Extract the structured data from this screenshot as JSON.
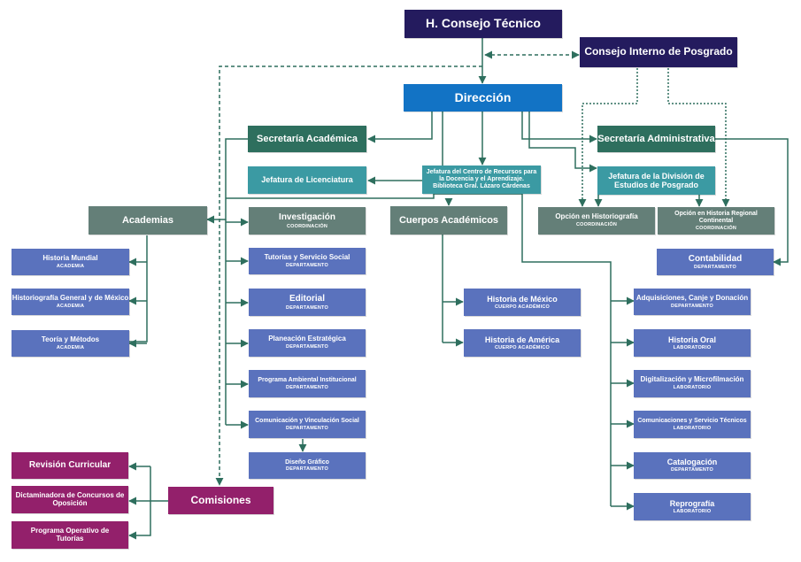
{
  "top": {
    "consejo_tecnico": "H. Consejo Técnico",
    "consejo_posgrado": "Consejo Interno de Posgrado",
    "direccion": "Dirección"
  },
  "secretarias": {
    "academica": "Secretaría Académica",
    "administrativa": "Secretaría Administrativa"
  },
  "jefaturas": {
    "licenciatura": "Jefatura de Licenciatura",
    "centro_recursos": "Jefatura del Centro de Recursos para la Docencia y el Aprendizaje. Biblioteca Gral. Lázaro Cárdenas",
    "posgrado": "Jefatura de la División de Estudios de Posgrado"
  },
  "academias": {
    "title": "Academias",
    "items": [
      {
        "name": "Historia Mundial",
        "sub": "ACADEMIA"
      },
      {
        "name": "Historiografía General y de México",
        "sub": "ACADEMIA"
      },
      {
        "name": "Teoría y Métodos",
        "sub": "ACADEMIA"
      }
    ]
  },
  "coordinacion_column": {
    "investigacion": {
      "name": "Investigación",
      "sub": "COORDINACIÓN"
    },
    "items": [
      {
        "name": "Tutorías y Servicio Social",
        "sub": "DEPARTAMENTO"
      },
      {
        "name": "Editorial",
        "sub": "DEPARTAMENTO"
      },
      {
        "name": "Planeación Estratégica",
        "sub": "DEPARTAMENTO"
      },
      {
        "name": "Programa Ambiental Institucional",
        "sub": "DEPARTAMENTO"
      },
      {
        "name": "Comunicación y Vinculación Social",
        "sub": "DEPARTAMENTO"
      },
      {
        "name": "Diseño Gráfico",
        "sub": "DEPARTAMENTO"
      }
    ]
  },
  "cuerpos": {
    "title": "Cuerpos Académicos",
    "items": [
      {
        "name": "Historia de México",
        "sub": "CUERPO ACADÉMICO"
      },
      {
        "name": "Historia de América",
        "sub": "CUERPO ACADÉMICO"
      }
    ]
  },
  "posgrado_opciones": [
    {
      "name": "Opción en Historiografía",
      "sub": "COORDINACIÓN"
    },
    {
      "name": "Opción en Historia Regional Continental",
      "sub": "COORDINACIÓN"
    }
  ],
  "contabilidad": {
    "name": "Contabilidad",
    "sub": "DEPARTAMENTO"
  },
  "biblioteca_items": [
    {
      "name": "Adquisiciones, Canje y Donación",
      "sub": "DEPARTAMENTO"
    },
    {
      "name": "Historia Oral",
      "sub": "LABORATORIO"
    },
    {
      "name": "Digitalización y Microfilmación",
      "sub": "LABORATORIO"
    },
    {
      "name": "Comunicaciones y Servicio Técnicos",
      "sub": "LABORATORIO"
    },
    {
      "name": "Catalogación",
      "sub": "DEPARTAMENTO"
    },
    {
      "name": "Reprografía",
      "sub": "LABORATORIO"
    }
  ],
  "comisiones": {
    "title": "Comisiones",
    "items": [
      {
        "name": "Revisión Curricular"
      },
      {
        "name": "Dictaminadora de Concursos de Oposición"
      },
      {
        "name": "Programa Operativo de Tutorías"
      }
    ]
  },
  "colors": {
    "navy": "#241b5e",
    "blue": "#1273c5",
    "dark_green": "#2e6f5e",
    "teal": "#3b9aa3",
    "grey_green": "#647f78",
    "light_blue": "#5a72bd",
    "purple": "#93206b",
    "connector": "#2e6f5e"
  }
}
